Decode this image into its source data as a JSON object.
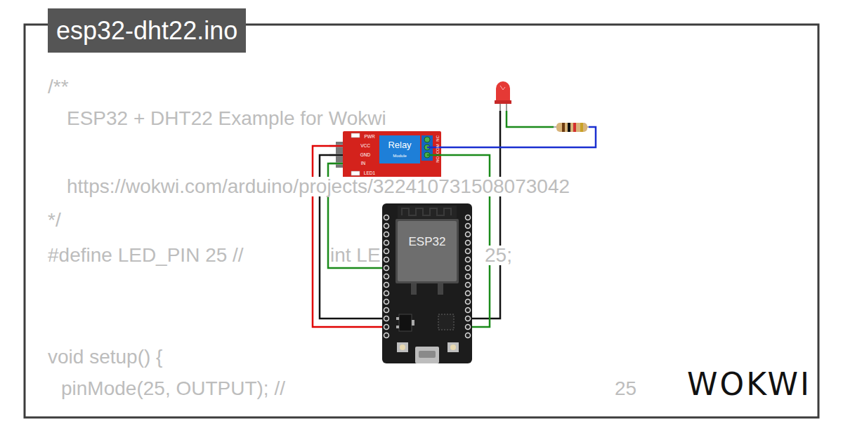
{
  "diagram": {
    "title": "esp32-dht22.ino",
    "nodes": [
      {
        "text": [
          "PWR",
          "VCC",
          "GND",
          "IN",
          "LED1",
          "Relay",
          "Module",
          "NC",
          "COM",
          "NO"
        ]
      },
      {
        "text": [
          "ESP32"
        ]
      }
    ],
    "edges": [
      {
        "from": 0,
        "to": 1,
        "arrow": "none"
      },
      {
        "from": 0,
        "to": 1,
        "arrow": "none"
      },
      {
        "from": 0,
        "to": 1,
        "arrow": "none"
      },
      {
        "from": 0,
        "to": 1,
        "arrow": "none"
      }
    ],
    "labels": [
      "/**",
      "ESP32 + DHT22 Example for Wokwi",
      "https://wokwi.com/arduino/projects/322410731508073042",
      "*/",
      "#define LED_PIN 25 //",
      "int LE",
      "25;",
      "void setup() {",
      "pinMode(25, OUTPUT); //",
      "25",
      "WOKWI"
    ]
  }
}
